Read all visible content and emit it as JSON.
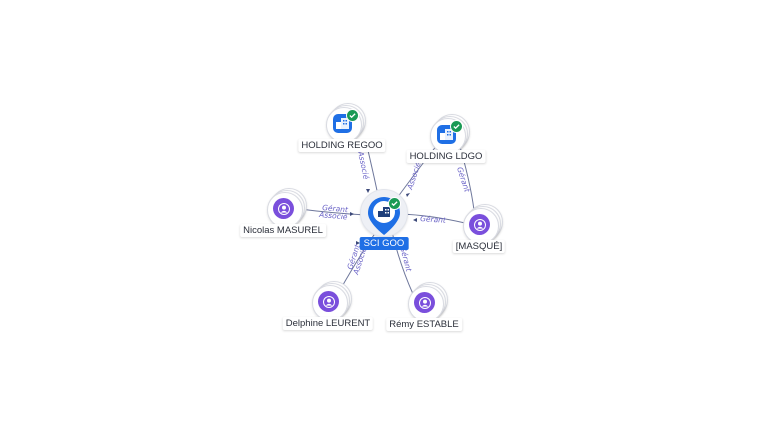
{
  "center": {
    "label": "SCI GOO",
    "icon": "building-icon",
    "verified": true,
    "color": "#1f6fe5"
  },
  "nodes": [
    {
      "id": "holding-regoo",
      "label": "HOLDING REGOO",
      "kind": "company",
      "icon": "building-icon",
      "verified": true
    },
    {
      "id": "holding-ldgo",
      "label": "HOLDING LDGO",
      "kind": "company",
      "icon": "building-icon",
      "verified": true
    },
    {
      "id": "nicolas",
      "label": "Nicolas MASUREL",
      "kind": "person",
      "icon": "person-icon",
      "verified": false
    },
    {
      "id": "masque",
      "label": "[MASQUÉ]",
      "kind": "person",
      "icon": "person-icon",
      "verified": false
    },
    {
      "id": "delphine",
      "label": "Delphine LEURENT",
      "kind": "person",
      "icon": "person-icon",
      "verified": false
    },
    {
      "id": "remy",
      "label": "Rémy ESTABLE",
      "kind": "person",
      "icon": "person-icon",
      "verified": false
    }
  ],
  "edge_labels": {
    "regoo": "Associé",
    "ldgo_1": "Associé",
    "ldgo_2": "Gérant",
    "nicolas_1": "Gérant",
    "nicolas_2": "Associé",
    "masque": "Gérant",
    "delphine_1": "Gérant",
    "delphine_2": "Associé",
    "remy": "Gérant"
  },
  "colors": {
    "person": "#7a4fdc",
    "company": "#1f6fe5",
    "verified": "#1a9a55",
    "edge_label": "#6a63c7"
  }
}
